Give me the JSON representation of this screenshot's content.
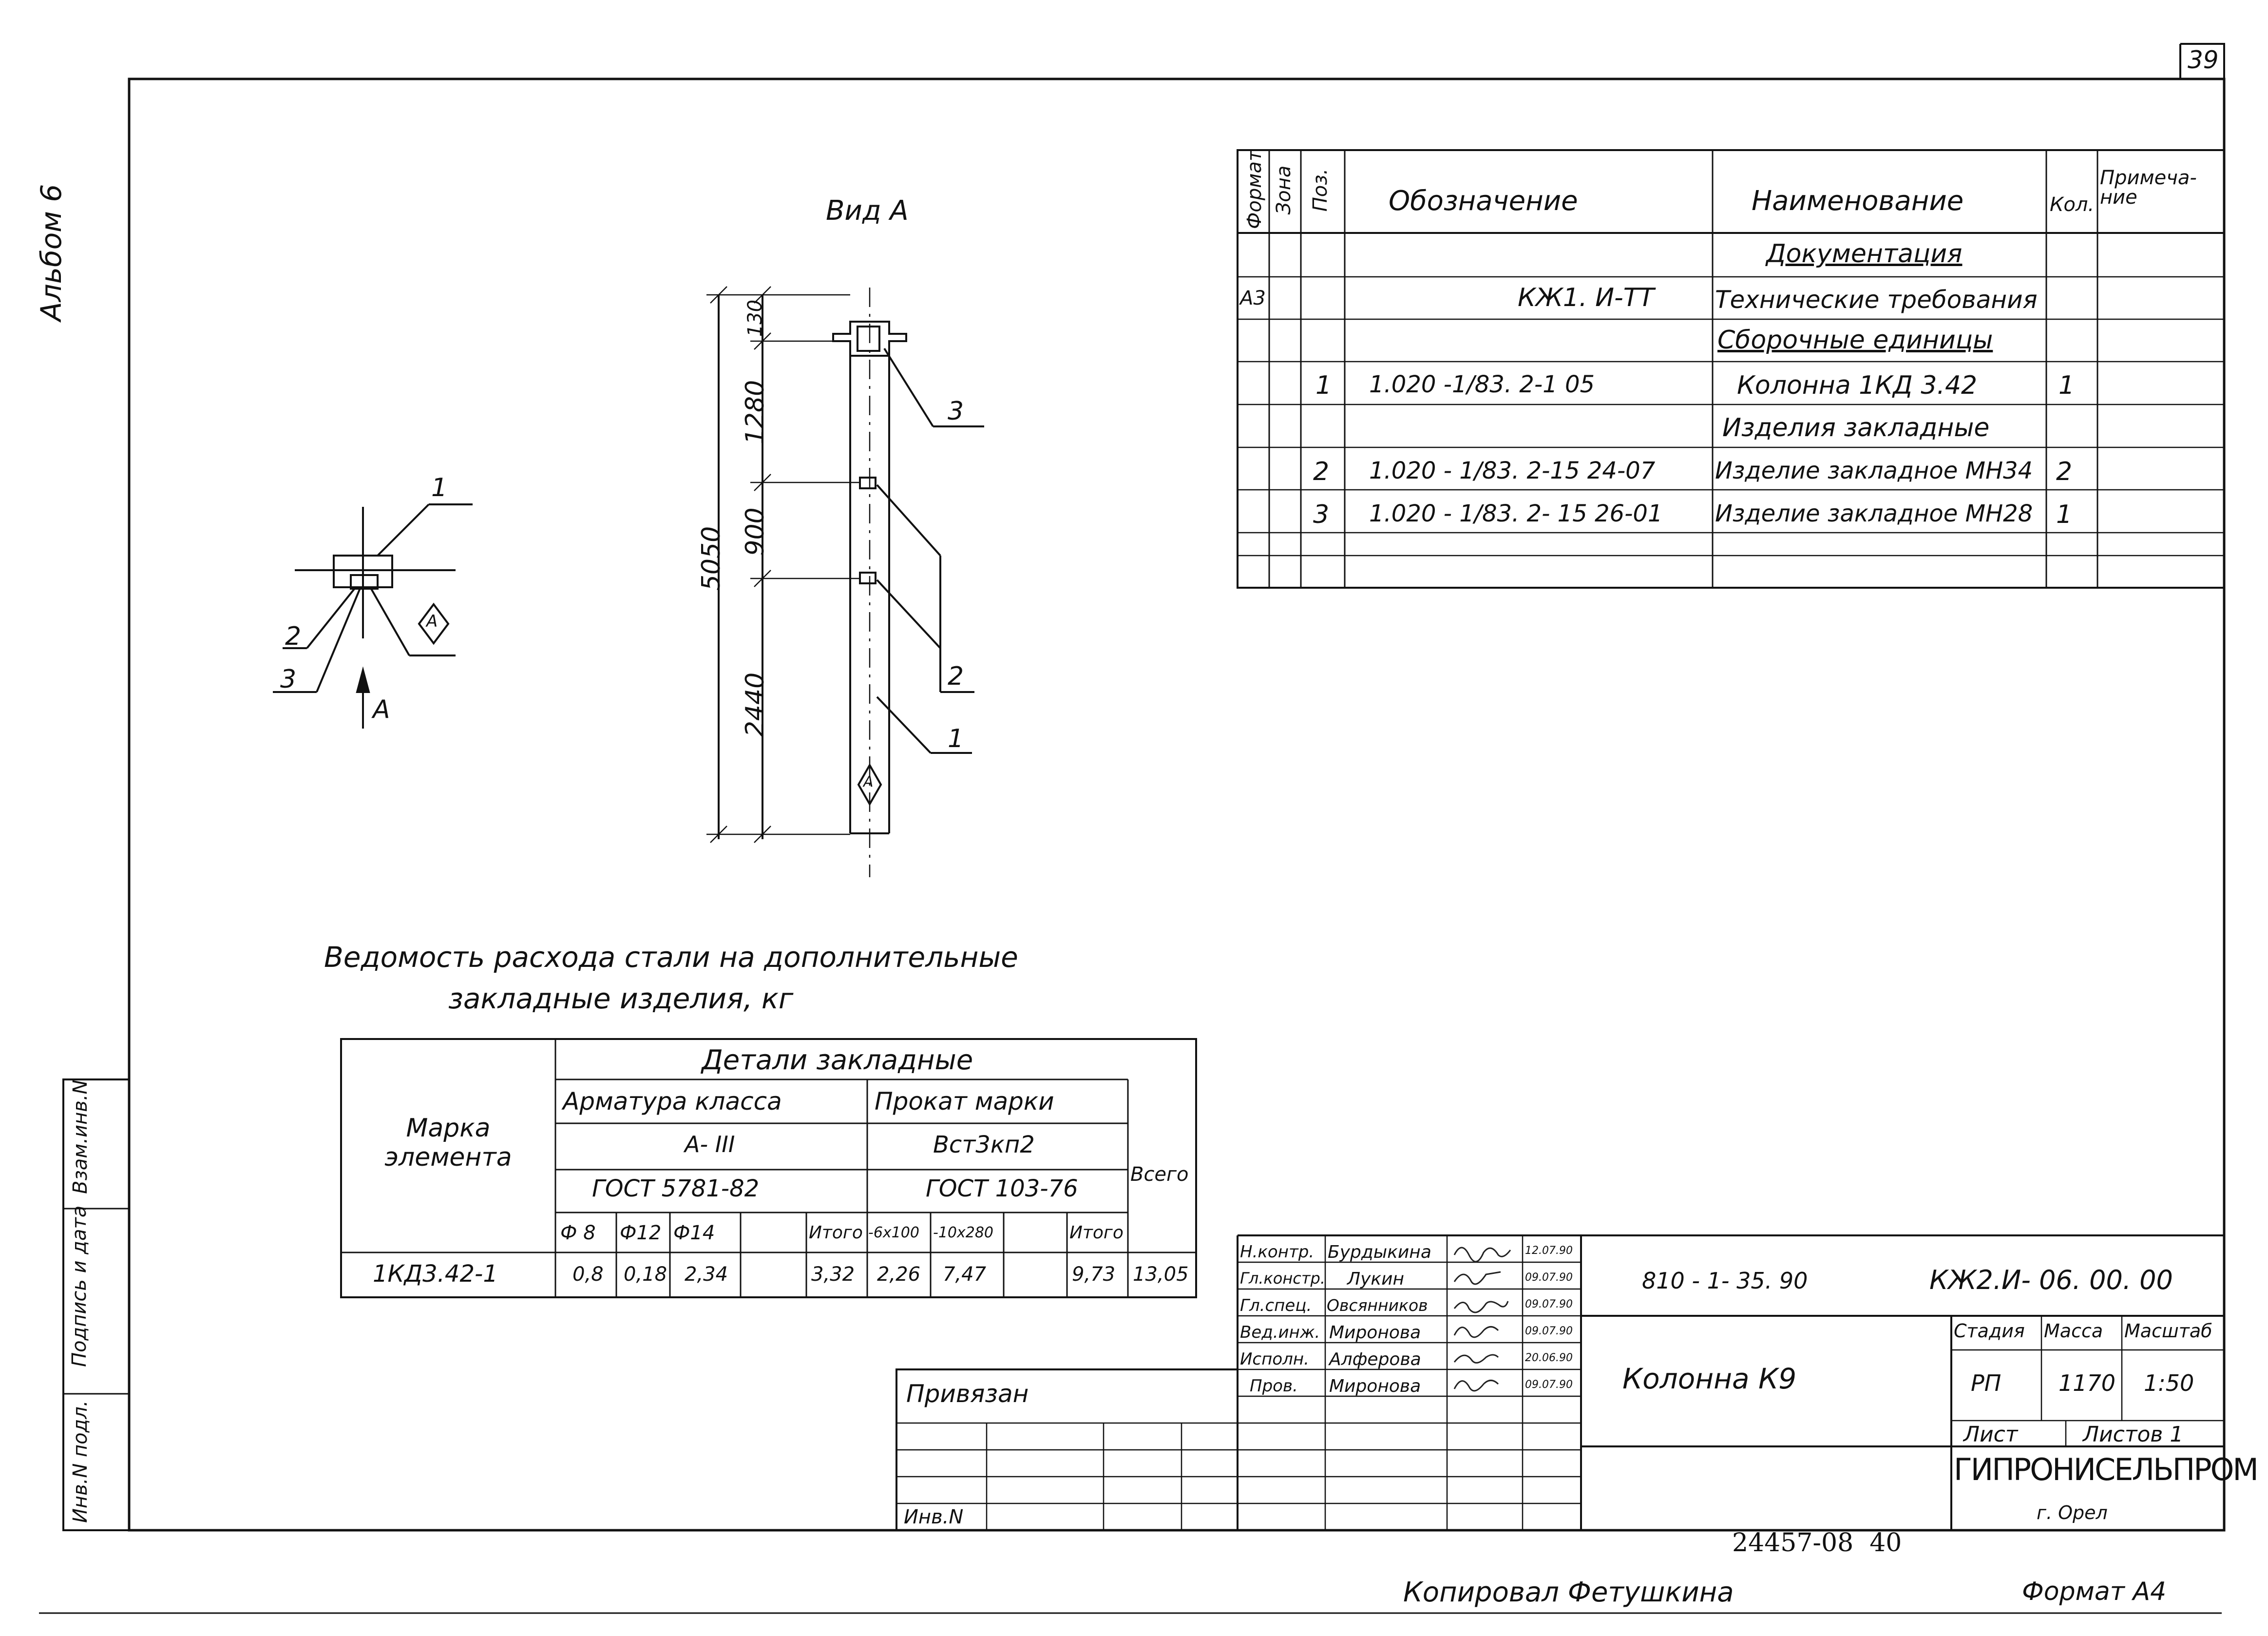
{
  "sheet": {
    "page_number": "39",
    "album_label": "Альбом 6",
    "copied_by": "Копировал Фетушкина",
    "format_label": "Формат А4",
    "archive_number": "24457-08  40",
    "side_labels": [
      "Взам.инв.N",
      "Подпись и дата",
      "Инв.N подл."
    ]
  },
  "drawing": {
    "view_label": "Вид А",
    "plan_callouts": [
      "1",
      "2",
      "3"
    ],
    "plan_view_arrow": "А",
    "column_callouts": [
      "3",
      "2",
      "1"
    ],
    "dimensions": {
      "total": "5050",
      "parts": [
        "130",
        "1280",
        "900",
        "2440"
      ]
    },
    "section_marker": "А"
  },
  "spec_table": {
    "headers": {
      "format": "Формат",
      "zone": "Зона",
      "pos": "Поз.",
      "designation": "Обозначение",
      "name": "Наименование",
      "qty": "Кол.",
      "note": "Примеча- ние"
    },
    "rows": [
      {
        "format": "",
        "pos": "",
        "designation": "",
        "name": "Документация",
        "qty": ""
      },
      {
        "format": "А3",
        "pos": "",
        "designation": "КЖ1. И-ТТ",
        "name": "Технические требования",
        "qty": ""
      },
      {
        "format": "",
        "pos": "",
        "designation": "",
        "name": "Сборочные единицы",
        "qty": ""
      },
      {
        "format": "",
        "pos": "1",
        "designation": "1.020 -1/83. 2-1  05",
        "name": "Колонна 1КД 3.42",
        "qty": "1"
      },
      {
        "format": "",
        "pos": "",
        "designation": "",
        "name": "Изделия закладные",
        "qty": ""
      },
      {
        "format": "",
        "pos": "2",
        "designation": "1.020 - 1/83. 2-15  24-07",
        "name": "Изделие закладное МН34",
        "qty": "2"
      },
      {
        "format": "",
        "pos": "3",
        "designation": "1.020 - 1/83. 2- 15  26-01",
        "name": "Изделие закладное МН28",
        "qty": "1"
      },
      {
        "format": "",
        "pos": "",
        "designation": "",
        "name": "",
        "qty": ""
      }
    ]
  },
  "steel_table": {
    "title_line1": "Ведомость расхода стали на дополнительные",
    "title_line2": "закладные изделия, кг",
    "mark_header": "Марка элемента",
    "group_header": "Детали закладные",
    "armature_header": "Арматура класса",
    "armature_class": "А- III",
    "armature_gost": "ГОСТ 5781-82",
    "rolled_header": "Прокат марки",
    "rolled_grade": "Вст3кп2",
    "rolled_gost": "ГОСТ 103-76",
    "total_header": "Всего",
    "sub_headers": [
      "Ф 8",
      "Ф12",
      "Ф14",
      "",
      "Итого",
      "-6х100",
      "-10х280",
      "",
      "Итого"
    ],
    "row": {
      "mark": "1КД3.42-1",
      "values": [
        "0,8",
        "0,18",
        "2,34",
        "",
        "3,32",
        "2,26",
        "7,47",
        "",
        "9,73"
      ],
      "total": "13,05"
    }
  },
  "title_block": {
    "bound_label": "Привязан",
    "inv_label": "Инв.N",
    "signatures": [
      {
        "role": "Н.контр.",
        "name": "Бурдыкина",
        "date": "12.07.90"
      },
      {
        "role": "Гл.констр.",
        "name": "Лукин",
        "date": "09.07.90"
      },
      {
        "role": "Гл.спец.",
        "name": "Овсянников",
        "date": "09.07.90"
      },
      {
        "role": "Вед.инж.",
        "name": "Миронова",
        "date": "09.07.90"
      },
      {
        "role": "Исполн.",
        "name": "Алферова",
        "date": "20.06.90"
      },
      {
        "role": "Пров.",
        "name": "Миронова",
        "date": "09.07.90"
      }
    ],
    "project_code": "810 - 1- 35. 90",
    "document_code": "КЖ2.И- 06. 00. 00",
    "object_name": "Колонна К9",
    "stage_label": "Стадия",
    "mass_label": "Масса",
    "scale_label": "Масштаб",
    "stage": "РП",
    "mass": "1170",
    "scale": "1:50",
    "sheet_label": "Лист",
    "sheets_label": "Листов 1",
    "organization": "ГИПРОНИСЕЛЬПРОМ",
    "city": "г. Орел"
  }
}
